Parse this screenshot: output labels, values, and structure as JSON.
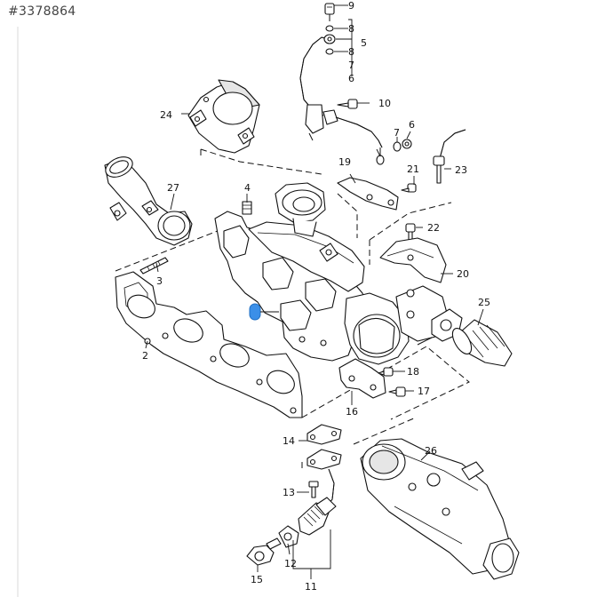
{
  "page_code": "#3378864",
  "marker": "selected-part-marker",
  "callouts": [
    {
      "id": "c1",
      "text": "9"
    },
    {
      "id": "c2",
      "text": "8"
    },
    {
      "id": "c3",
      "text": "5"
    },
    {
      "id": "c4",
      "text": "8"
    },
    {
      "id": "c5",
      "text": "7"
    },
    {
      "id": "c6",
      "text": "6"
    },
    {
      "id": "c7",
      "text": "10"
    },
    {
      "id": "c8",
      "text": "24"
    },
    {
      "id": "c9",
      "text": "6"
    },
    {
      "id": "c10",
      "text": "7"
    },
    {
      "id": "c11",
      "text": "19"
    },
    {
      "id": "c12",
      "text": "21"
    },
    {
      "id": "c13",
      "text": "23"
    },
    {
      "id": "c14",
      "text": "27"
    },
    {
      "id": "c15",
      "text": "4"
    },
    {
      "id": "c16",
      "text": "22"
    },
    {
      "id": "c17",
      "text": "3"
    },
    {
      "id": "c18",
      "text": "20"
    },
    {
      "id": "c19",
      "text": "25"
    },
    {
      "id": "c20",
      "text": "2"
    },
    {
      "id": "c21",
      "text": "18"
    },
    {
      "id": "c22",
      "text": "17"
    },
    {
      "id": "c23",
      "text": "16"
    },
    {
      "id": "c24",
      "text": "14"
    },
    {
      "id": "c25",
      "text": "26"
    },
    {
      "id": "c26",
      "text": "13"
    },
    {
      "id": "c27",
      "text": "12"
    },
    {
      "id": "c28",
      "text": "15"
    },
    {
      "id": "c29",
      "text": "11"
    }
  ]
}
